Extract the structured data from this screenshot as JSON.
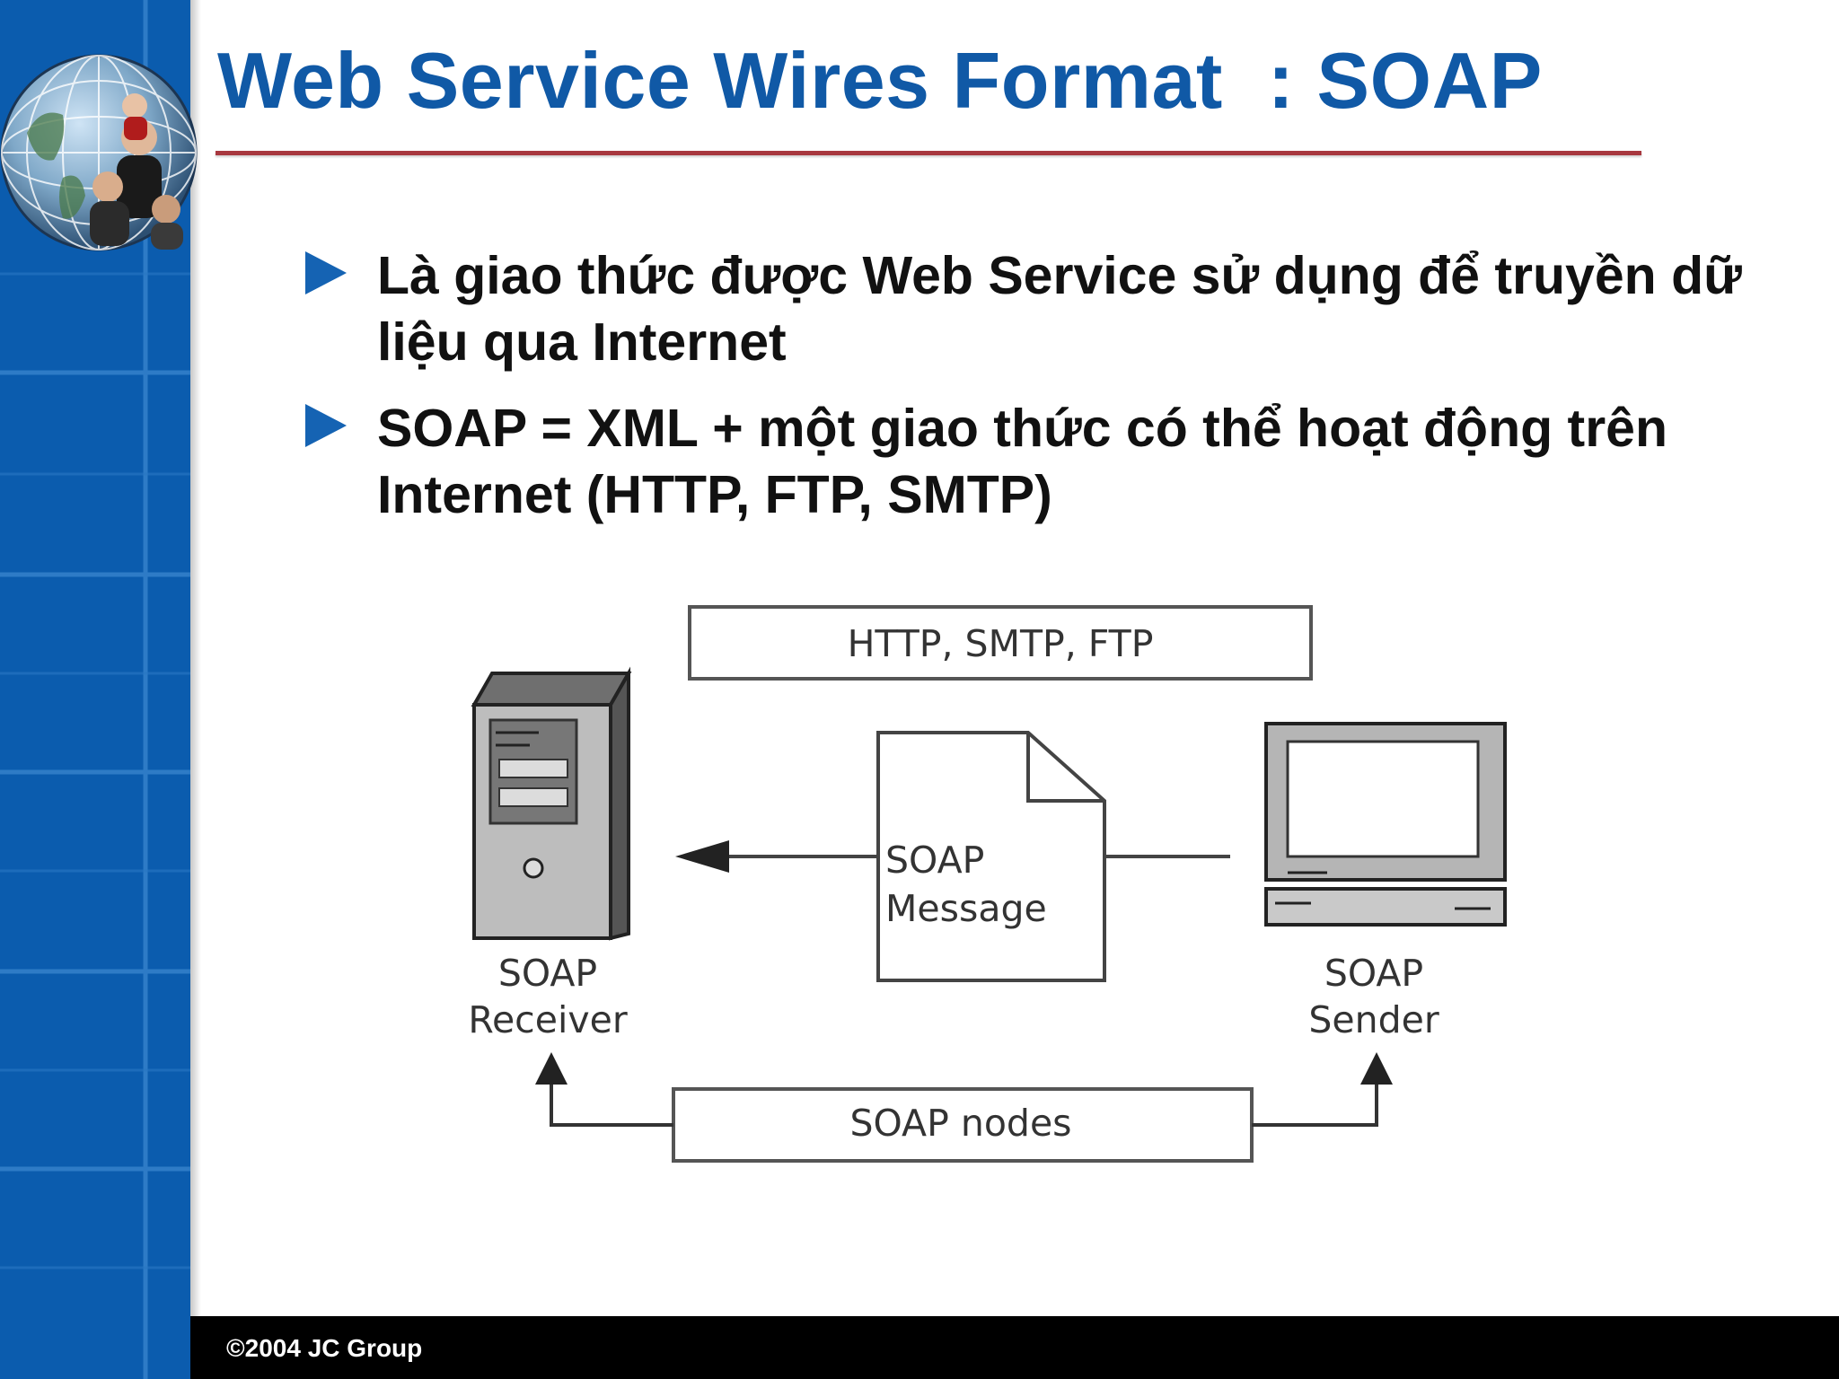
{
  "slide": {
    "title": "Web Service Wires Format  : SOAP",
    "bullets": [
      "Là giao thức được Web Service sử dụng để truyền dữ liệu qua Internet",
      "SOAP = XML + một giao thức có thể hoạt động trên Internet (HTTP, FTP, SMTP)"
    ],
    "footer": "©2004 JC Group"
  },
  "diagram": {
    "protocols_label": "HTTP, SMTP, FTP",
    "message_label_line1": "SOAP",
    "message_label_line2": "Message",
    "receiver_line1": "SOAP",
    "receiver_line2": "Receiver",
    "sender_line1": "SOAP",
    "sender_line2": "Sender",
    "nodes_label": "SOAP nodes"
  },
  "colors": {
    "sidebar": "#0b5cae",
    "title": "#1059a6",
    "rule": "#a8383f",
    "bullet_marker": "#1563b3"
  }
}
